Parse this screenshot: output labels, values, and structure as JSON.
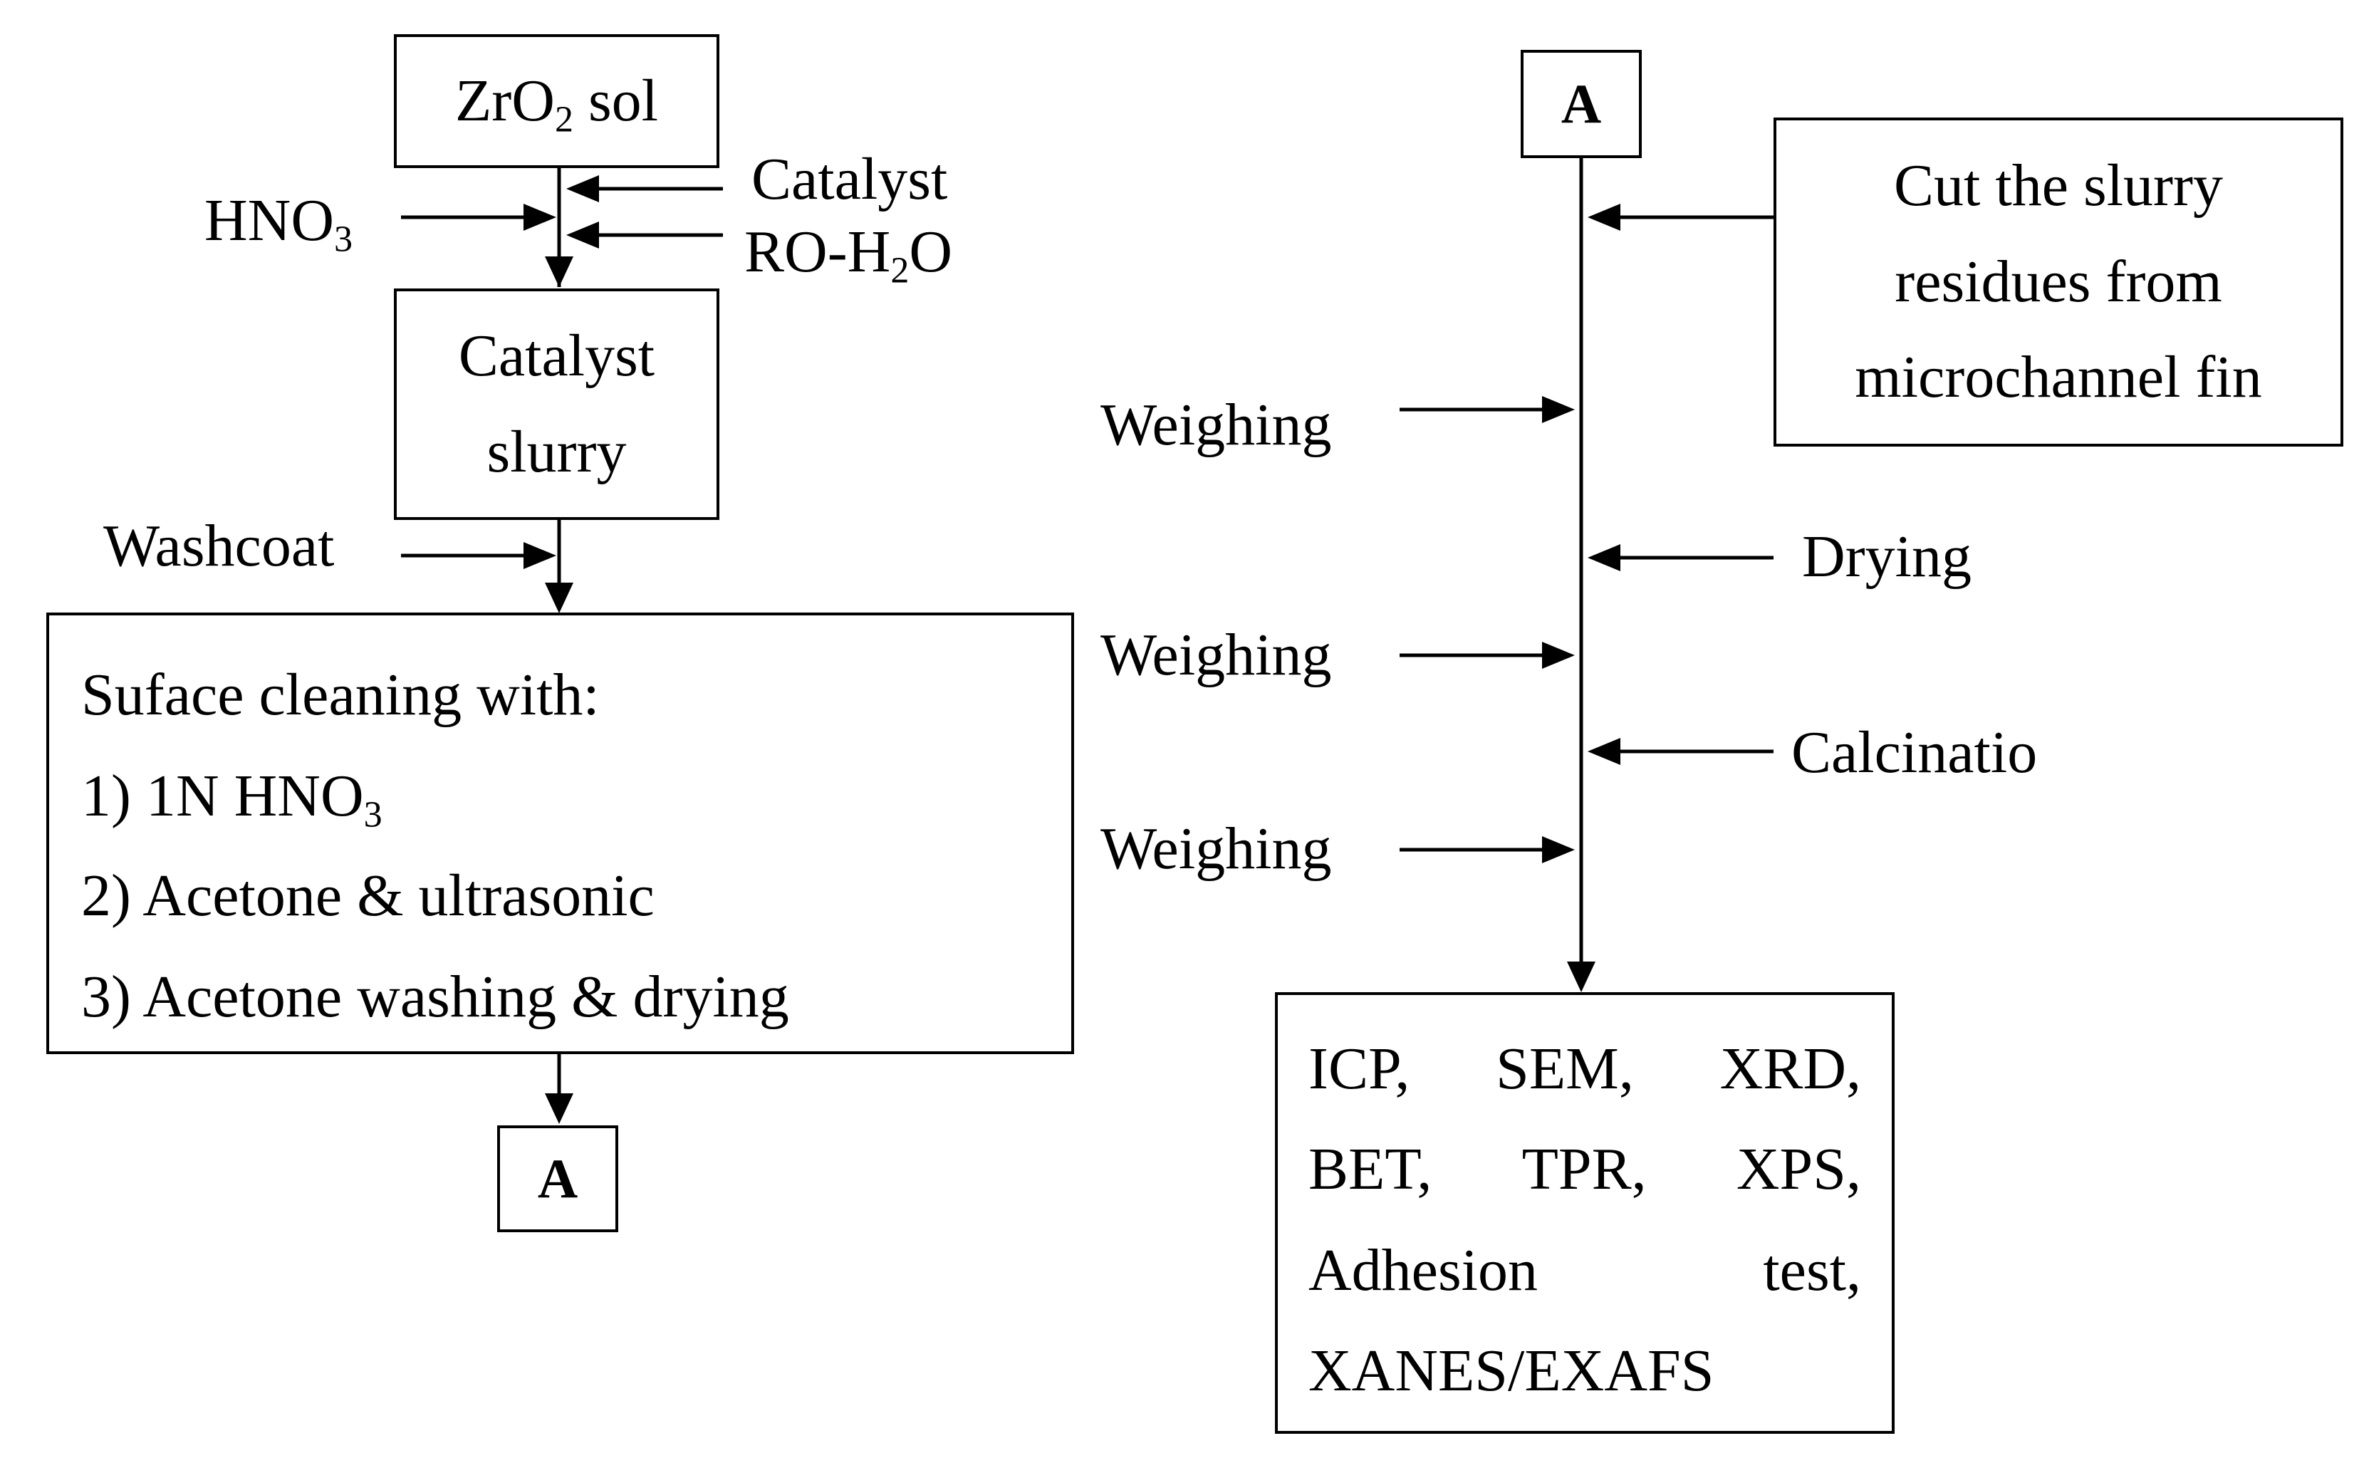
{
  "left": {
    "zro2_box": {
      "main": "ZrO",
      "sub": "2",
      "rest": " sol"
    },
    "hno3_input": {
      "main": "HNO",
      "sub": "3"
    },
    "catalyst_input": "Catalyst",
    "ro_h2o_input": {
      "pre": "RO-H",
      "sub": "2",
      "post": "O"
    },
    "slurry_box": [
      "Catalyst",
      "slurry"
    ],
    "washcoat_input": "Washcoat",
    "cleaning_box": {
      "heading": "Suface cleaning with:",
      "step1": {
        "main": "1) 1N HNO",
        "sub": "3"
      },
      "step2": "2) Acetone & ultrasonic",
      "step3": "3) Acetone washing & drying"
    },
    "connector": "A"
  },
  "right": {
    "connector": "A",
    "cut_box": [
      "Cut the slurry",
      "residues from",
      "microchannel fin"
    ],
    "weighing_1": "Weighing",
    "drying": "Drying",
    "weighing_2": "Weighing",
    "calcination": "Calcinatio",
    "weighing_3": "Weighing",
    "analysis_box": {
      "line1": [
        "ICP,",
        "SEM,",
        "XRD,"
      ],
      "line2": [
        "BET,",
        "TPR,",
        "XPS,"
      ],
      "line3": [
        "Adhesion",
        "test,"
      ],
      "line4": "XANES/EXAFS"
    }
  }
}
